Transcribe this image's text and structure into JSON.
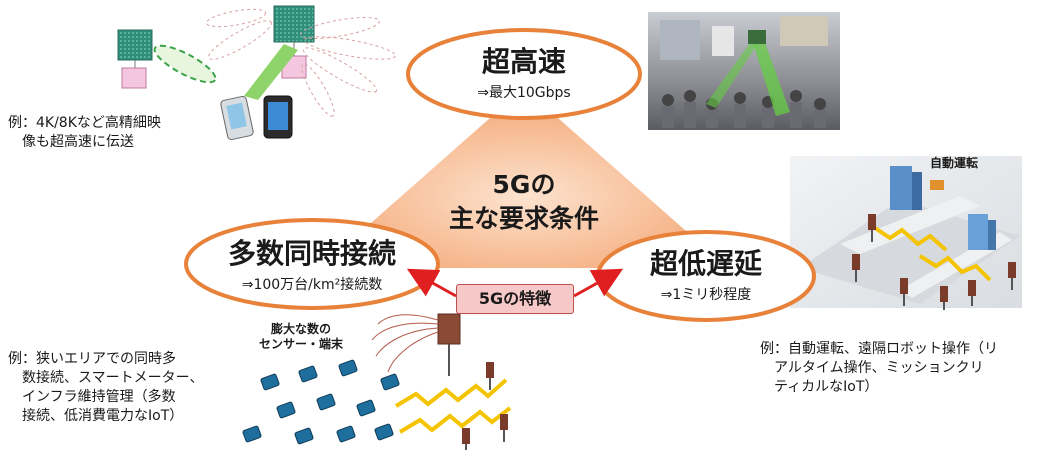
{
  "center": {
    "line1": "5Gの",
    "line2": "主な要求条件"
  },
  "top_oval": {
    "title": "超高速",
    "subtitle": "⇒最大10Gbps"
  },
  "left_oval": {
    "title": "多数同時接続",
    "subtitle": "⇒100万台/km²接続数"
  },
  "right_oval": {
    "title": "超低遅延",
    "subtitle": "⇒1ミリ秒程度"
  },
  "badge": {
    "label": "5Gの特徴"
  },
  "examples": {
    "top_left": "例：4K/8Kなど高精細映\n　像も超高速に伝送",
    "bottom_left": "例：狭いエリアでの同時多\n　数接続、スマートメーター、\n　インフラ維持管理（多数\n　接続、低消費電力なIoT）",
    "bottom_right": "例：自動運転、遠隔ロボット操作（リ\n　アルタイム操作、ミッションクリ\n　ティカルなIoT）"
  },
  "labels": {
    "autonomous": "自動運転",
    "sensors_line1": "膨大な数の",
    "sensors_line2": "センサー・端末"
  },
  "colors": {
    "oval_border": "#e8823a",
    "triangle_fill": "#f6b48a",
    "badge_fill": "#f7c8c8",
    "badge_border": "#c0504d",
    "arrow_red": "#e02020",
    "zigzag_yellow": "#f5c400",
    "beam_green": "#66cc44",
    "device_blue": "#1f6f9e"
  }
}
